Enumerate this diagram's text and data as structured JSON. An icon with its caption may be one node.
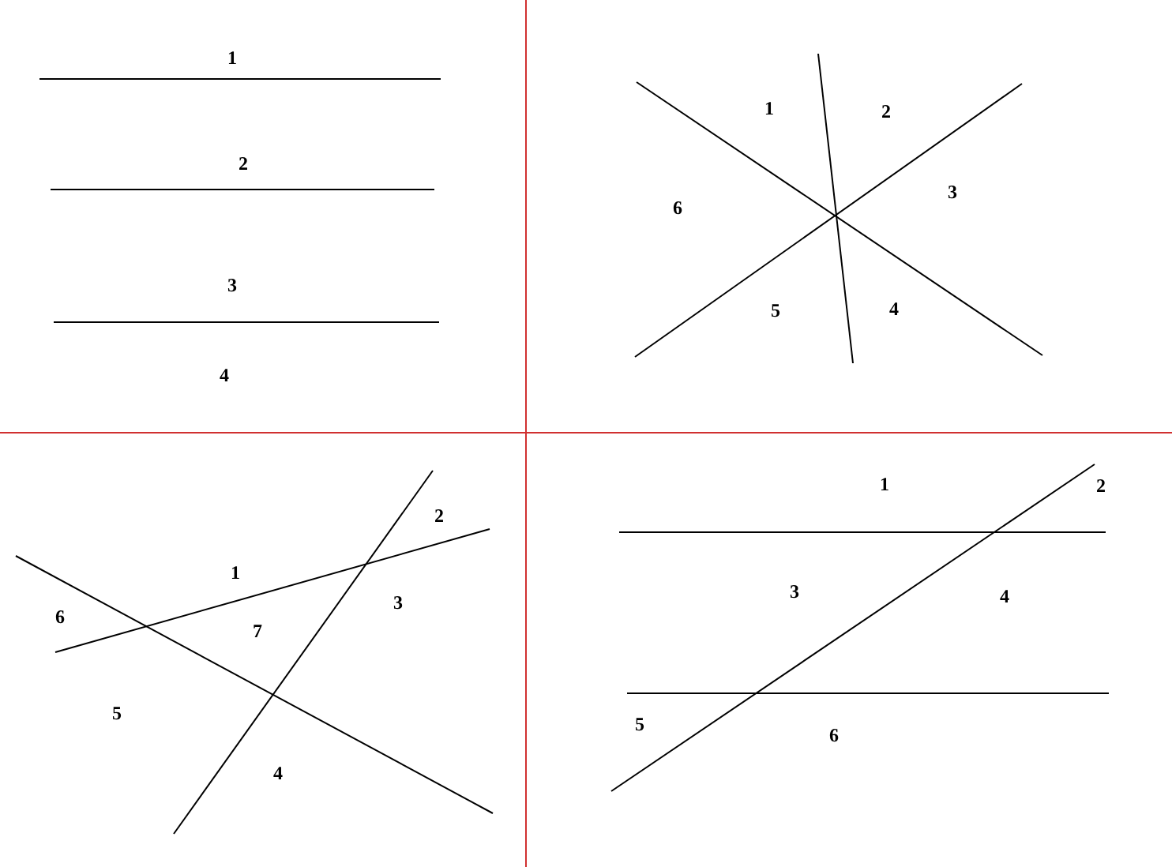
{
  "diagram": {
    "labels": [
      "1",
      "2",
      "3",
      "4",
      "1",
      "2",
      "6",
      "3",
      "5",
      "4",
      "2",
      "1",
      "6",
      "3",
      "7",
      "5",
      "4",
      "1",
      "2",
      "3",
      "4",
      "5",
      "6"
    ]
  }
}
